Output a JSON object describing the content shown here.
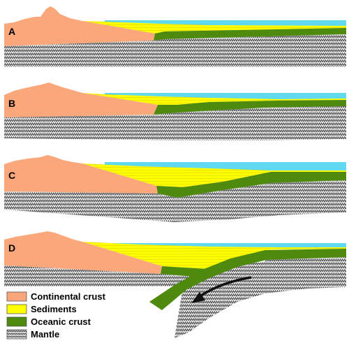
{
  "panels": [
    {
      "letter": "A"
    },
    {
      "letter": "B"
    },
    {
      "letter": "C"
    },
    {
      "letter": "D"
    }
  ],
  "legend": [
    {
      "label": "Continental crust",
      "color": "#F9A77B"
    },
    {
      "label": "Sediments",
      "color": "#FFFF00"
    },
    {
      "label": "Oceanic crust",
      "color": "#4E8A0E"
    },
    {
      "label": "Mantle",
      "color": "#E0E0E0"
    }
  ],
  "colors": {
    "continental_crust": "#F9A77B",
    "sediments": "#FFFF00",
    "oceanic_crust": "#4E8A0E",
    "ocean": "#5FD8F0",
    "mantle_bg": "#E6E6E6",
    "mantle_line": "#4A4A4A",
    "arrow": "#111111"
  }
}
